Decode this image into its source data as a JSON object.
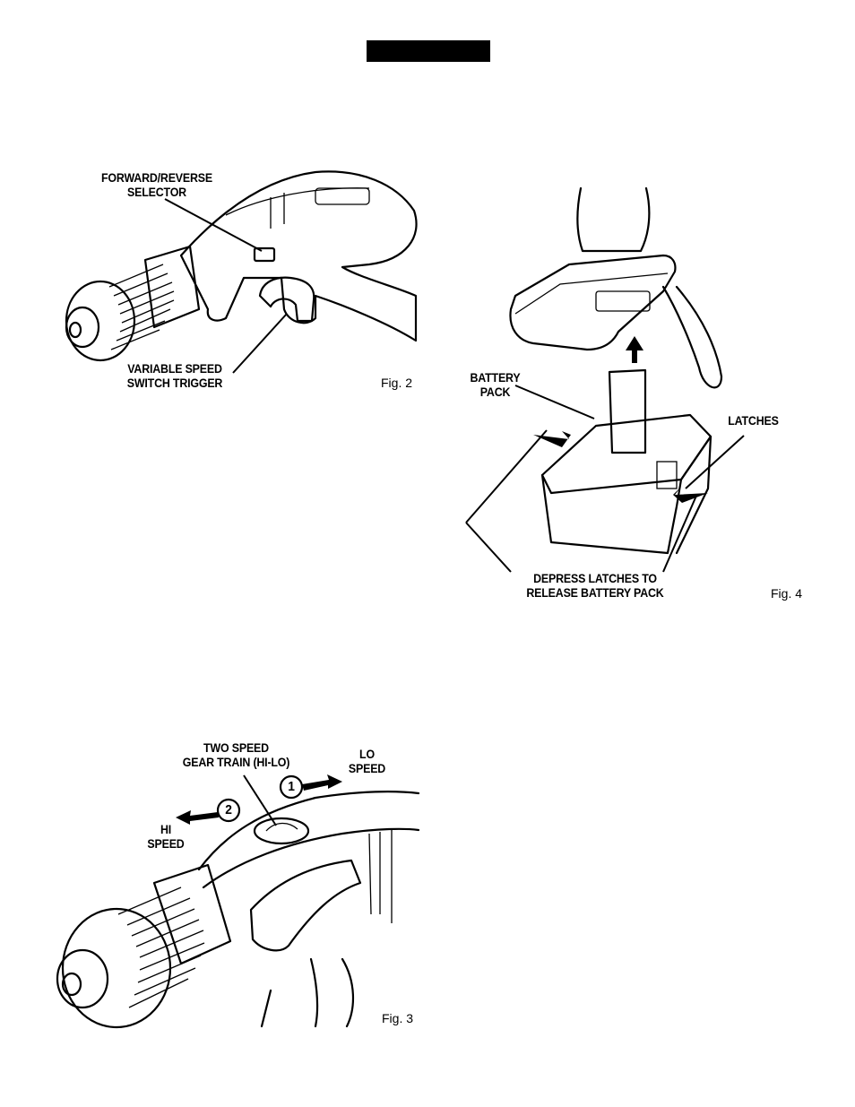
{
  "header": {
    "bar_color": "#000000"
  },
  "fig2": {
    "label": "Fig. 2",
    "callouts": {
      "selector": [
        "FORWARD/REVERSE",
        "SELECTOR"
      ],
      "trigger": [
        "VARIABLE SPEED",
        "SWITCH TRIGGER"
      ]
    }
  },
  "fig3": {
    "label": "Fig. 3",
    "callouts": {
      "gear_train": [
        "TWO SPEED",
        "GEAR TRAIN (HI-LO)"
      ],
      "lo_speed": [
        "LO",
        "SPEED"
      ],
      "hi_speed": [
        "HI",
        "SPEED"
      ],
      "step1": "1",
      "step2": "2"
    }
  },
  "fig4": {
    "label": "Fig. 4",
    "callouts": {
      "battery_pack": [
        "BATTERY",
        "PACK"
      ],
      "latches": "LATCHES",
      "depress": [
        "DEPRESS LATCHES TO",
        "RELEASE BATTERY PACK"
      ]
    }
  }
}
